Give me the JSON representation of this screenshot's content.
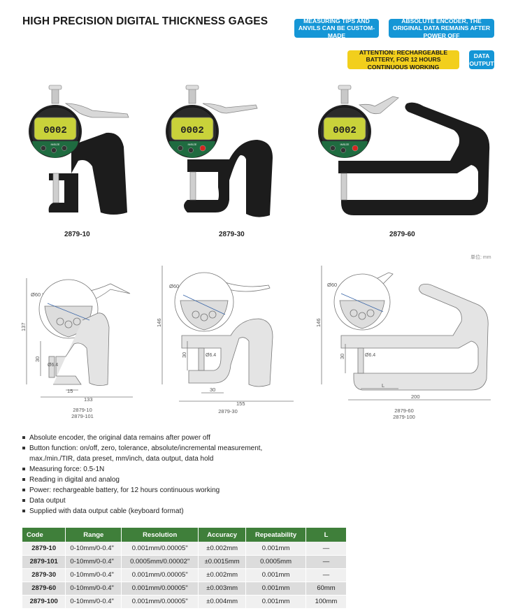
{
  "title": "HIGH PRECISION DIGITAL THICKNESS GAGES",
  "badges": {
    "custom_tips": "MEASURING TIPS AND ANVILS CAN BE CUSTOM-MADE",
    "encoder": "ABSOLUTE ENCODER, THE ORIGINAL DATA REMAINS AFTER POWER OFF",
    "battery": "ATTENTION: RECHARGEABLE BATTERY, FOR 12 HOURS CONTINUOUS WORKING",
    "data_output": "DATA OUTPUT"
  },
  "photos": [
    {
      "model": "2879-10",
      "display": "0002",
      "brand": "INSIZE"
    },
    {
      "model": "2879-30",
      "display": "0002",
      "brand": "INSIZE"
    },
    {
      "model": "2879-60",
      "display": "0002",
      "brand": "INSIZE"
    }
  ],
  "unit_note": "单位: mm",
  "drawings": [
    {
      "dims": {
        "dia": "Ø60",
        "height": "137",
        "depth": "30",
        "tip": "Ø6.4",
        "gap": "15",
        "width": "133"
      },
      "caption_lines": [
        "2879-10",
        "2879-101"
      ]
    },
    {
      "dims": {
        "dia": "Ø60",
        "height": "146",
        "depth": "30",
        "tip": "Ø6.4",
        "gap": "30",
        "width": "155"
      },
      "caption_lines": [
        "2879-30"
      ]
    },
    {
      "dims": {
        "dia": "Ø60",
        "height": "146",
        "depth": "30",
        "tip": "Ø6.4",
        "gap": "L",
        "width": "200"
      },
      "caption_lines": [
        "2879-60",
        "2879-100"
      ]
    }
  ],
  "features": [
    "Absolute encoder, the original data remains after power off",
    "Button function: on/off, zero, tolerance, absolute/incremental measurement,",
    "max./min./TIR, data preset, mm/inch, data output, data hold",
    "Measuring force: 0.5-1N",
    "Reading in digital and analog",
    "Power: rechargeable battery, for 12 hours continuous working",
    "Data output",
    "Supplied with data output cable (keyboard format)"
  ],
  "table": {
    "headers": [
      "Code",
      "Range",
      "Resolution",
      "Accuracy",
      "Repeatability",
      "L"
    ],
    "rows": [
      [
        "2879-10",
        "0-10mm/0-0.4\"",
        "0.001mm/0.00005\"",
        "±0.002mm",
        "0.001mm",
        "—"
      ],
      [
        "2879-101",
        "0-10mm/0-0.4\"",
        "0.0005mm/0.00002\"",
        "±0.0015mm",
        "0.0005mm",
        "—"
      ],
      [
        "2879-30",
        "0-10mm/0-0.4\"",
        "0.001mm/0.00005\"",
        "±0.002mm",
        "0.001mm",
        "—"
      ],
      [
        "2879-60",
        "0-10mm/0-0.4\"",
        "0.001mm/0.00005\"",
        "±0.003mm",
        "0.001mm",
        "60mm"
      ],
      [
        "2879-100",
        "0-10mm/0-0.4\"",
        "0.001mm/0.00005\"",
        "±0.004mm",
        "0.001mm",
        "100mm"
      ]
    ]
  },
  "colors": {
    "badge_blue": "#1596d6",
    "badge_yellow": "#f2cf1c",
    "table_header": "#3f7f3a",
    "lcd": "#c9d23a",
    "gage_body": "#1c1c1c"
  }
}
